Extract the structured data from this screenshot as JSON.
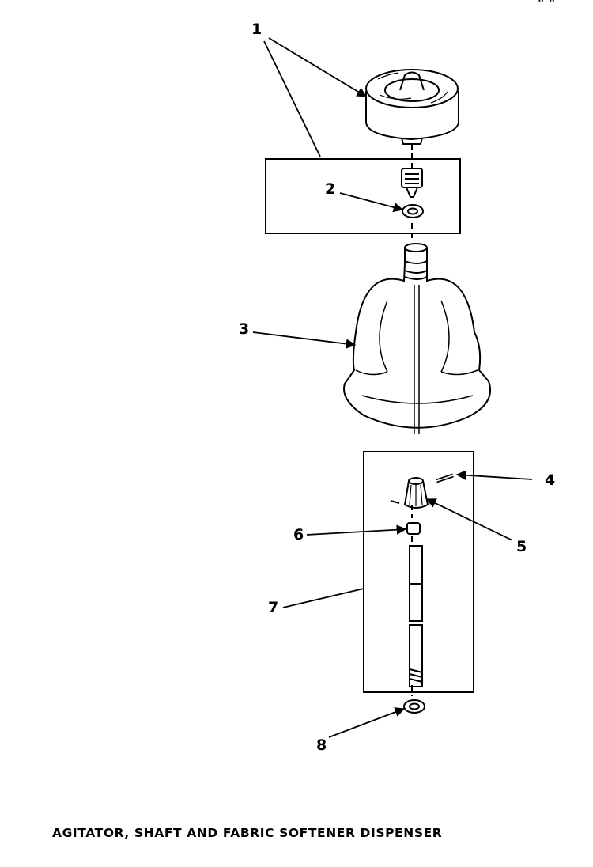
{
  "diagram": {
    "caption": "AGITATOR, SHAFT AND FABRIC SOFTENER DISPENSER",
    "corner_mark": "\" \"",
    "callouts": [
      "1",
      "2",
      "3",
      "4",
      "5",
      "6",
      "7",
      "8"
    ],
    "colors": {
      "line": "#000000",
      "background": "#ffffff"
    }
  }
}
